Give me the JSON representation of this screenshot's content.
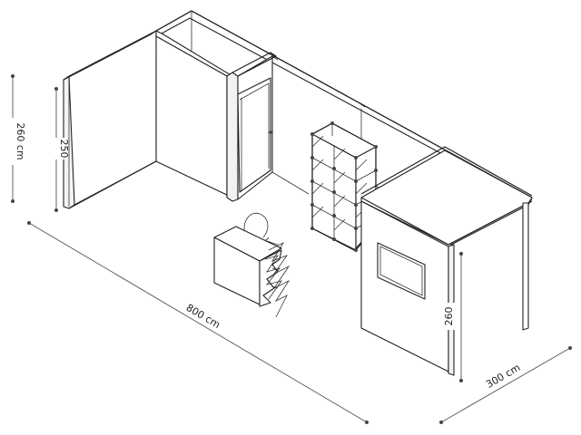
{
  "dimensions": {
    "left_outer_height": "260 cm",
    "left_inner_height": "250",
    "length": "800 cm",
    "right_height": "260",
    "depth": "300 cm"
  }
}
